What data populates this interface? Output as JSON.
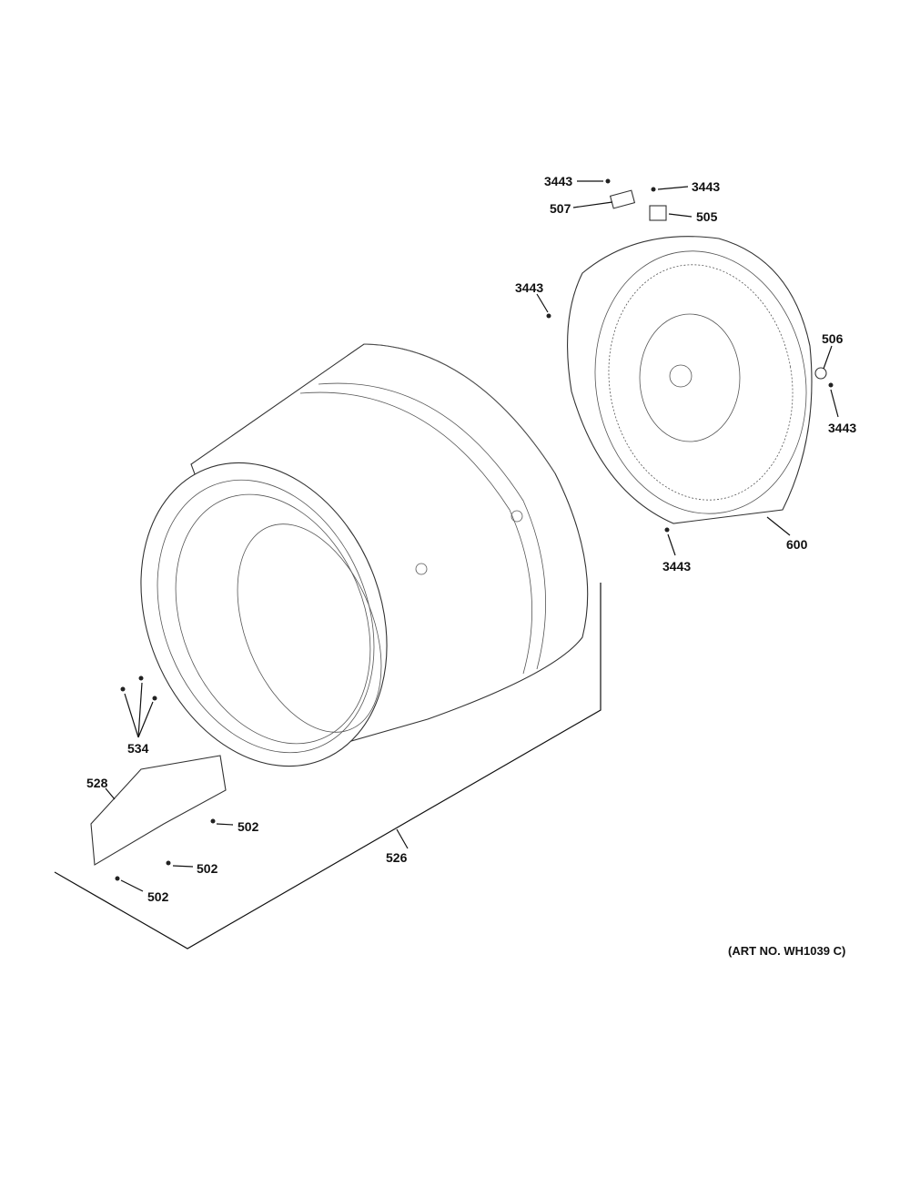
{
  "diagram": {
    "callouts": {
      "screw_top_left": "3443",
      "screw_top_right": "3443",
      "part_507": "507",
      "part_505": "505",
      "screw_mid_left": "3443",
      "part_506": "506",
      "screw_right": "3443",
      "part_600": "600",
      "screw_bottom": "3443",
      "part_534": "534",
      "part_528": "528",
      "screw_502_a": "502",
      "screw_502_b": "502",
      "screw_502_c": "502",
      "part_526": "526"
    },
    "art_number": "(ART NO. WH1039 C)"
  }
}
